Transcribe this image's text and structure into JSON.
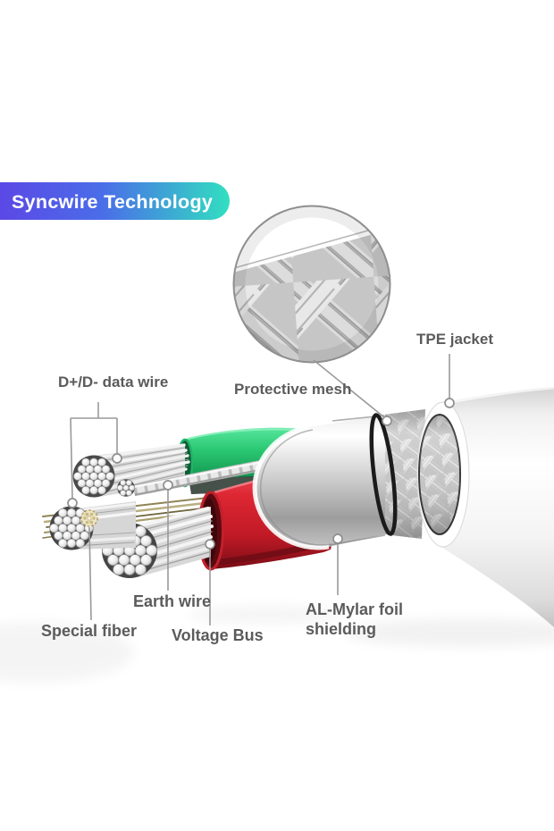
{
  "banner": {
    "text": "Syncwire Technology",
    "gradient_start": "#5b48e6",
    "gradient_mid": "#4a6ee8",
    "gradient_end": "#31dfc0"
  },
  "labels": {
    "data_wire": "D+/D- data wire",
    "protective_mesh": "Protective mesh",
    "tpe_jacket": "TPE jacket",
    "earth_wire": "Earth wire",
    "special_fiber": "Special fiber",
    "voltage_bus": "Voltage Bus",
    "al_mylar_line1": "AL-Mylar foil",
    "al_mylar_line2": "shielding"
  },
  "colors": {
    "label_text": "#5b5b5b",
    "leader_line": "#9a9a9a",
    "wire_green": "#2bc873",
    "wire_red": "#d6252f",
    "foil_silver": "#c9c9c9",
    "mesh_gray": "#d9d9d9",
    "jacket_white": "#f4f4f4",
    "special_fiber_gold": "#b49f5e"
  }
}
